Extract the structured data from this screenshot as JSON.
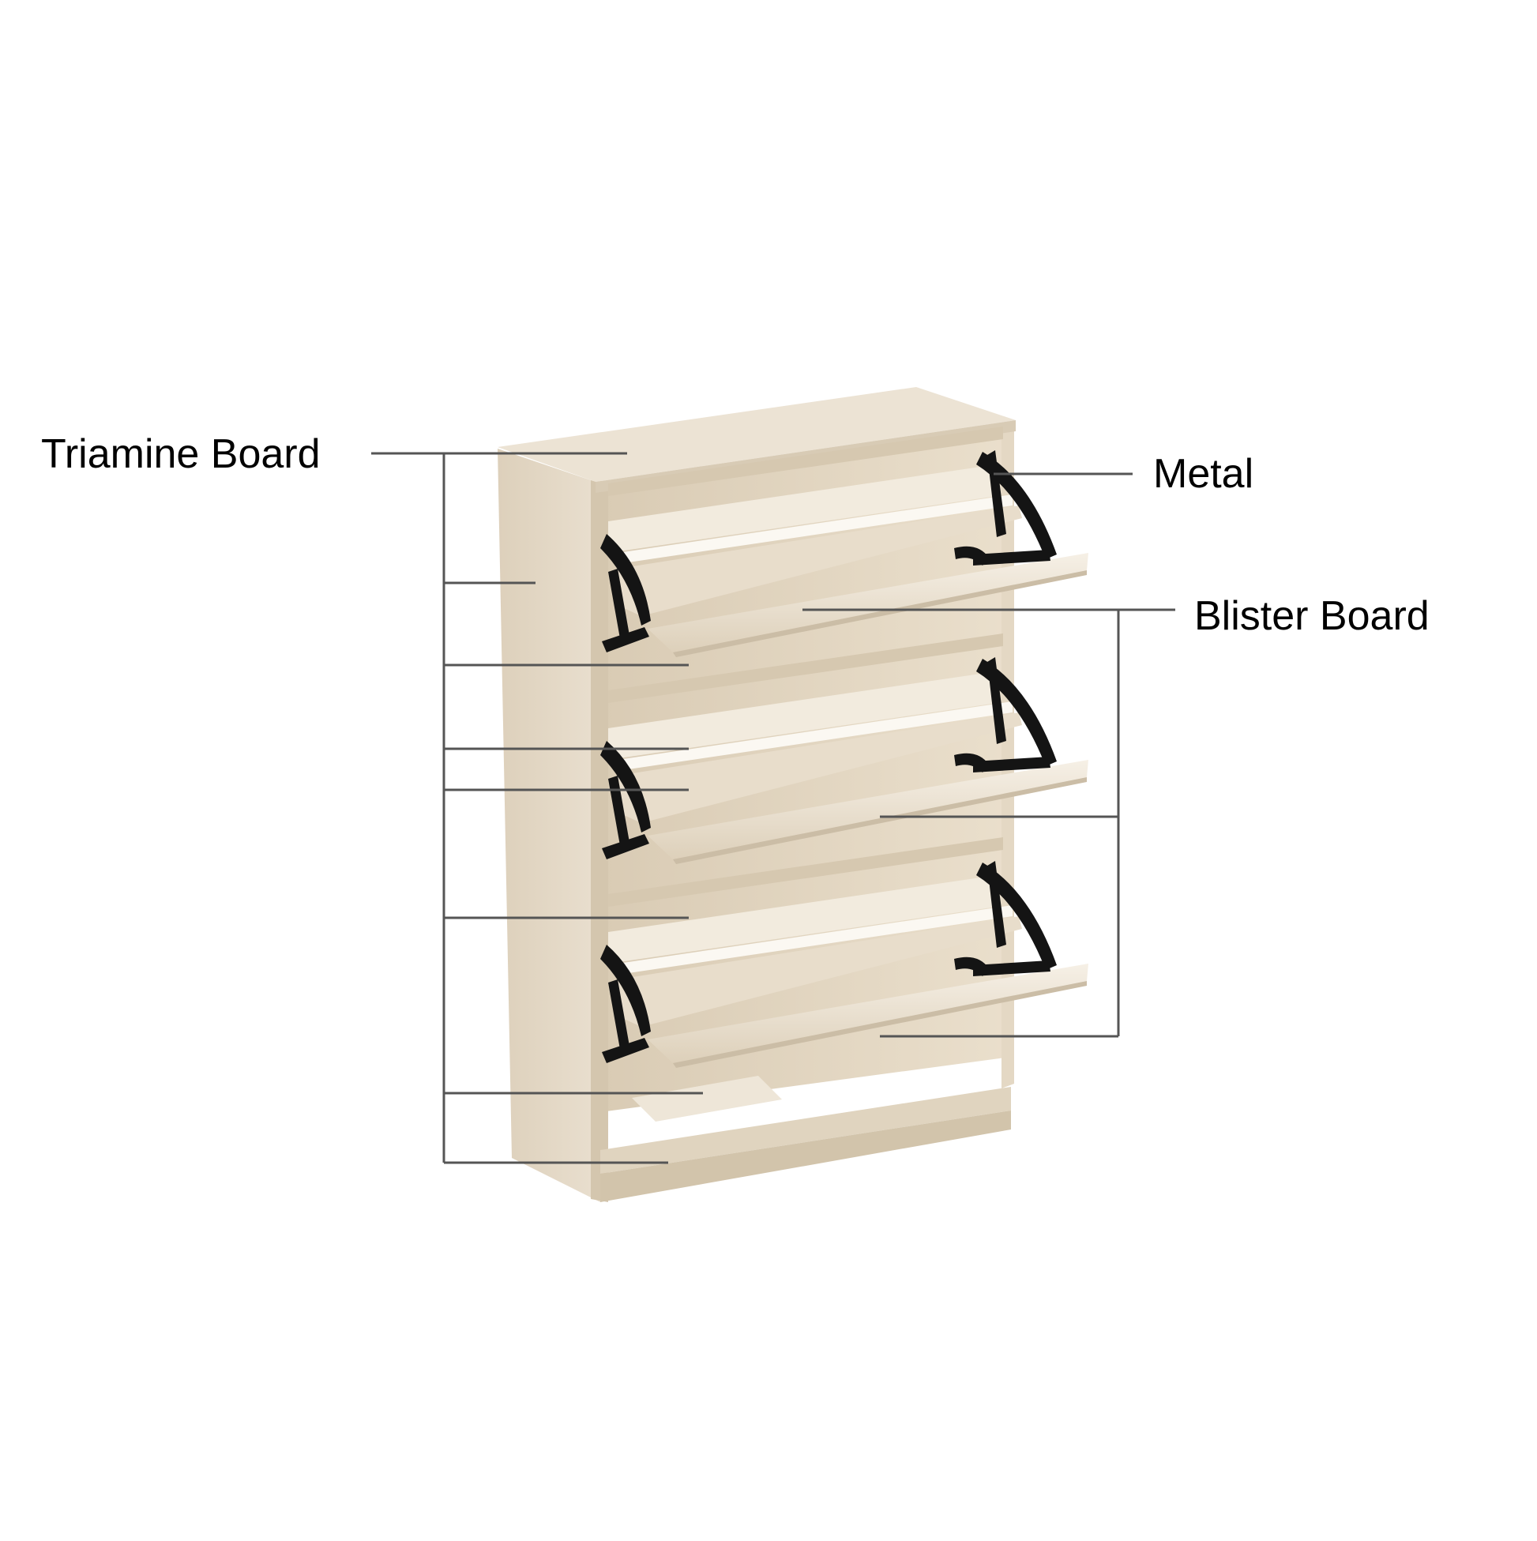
{
  "labels": {
    "triamine": "Triamine Board",
    "metal": "Metal",
    "blister": "Blister Board"
  },
  "colors": {
    "background": "#ffffff",
    "board": "#e7dccb",
    "board_light": "#f2ebde",
    "board_shadow": "#cbbda6",
    "hinge": "#141414",
    "leader_line": "#555555",
    "text": "#000000"
  },
  "icons": {
    "hinge": "flip-hinge-icon"
  }
}
